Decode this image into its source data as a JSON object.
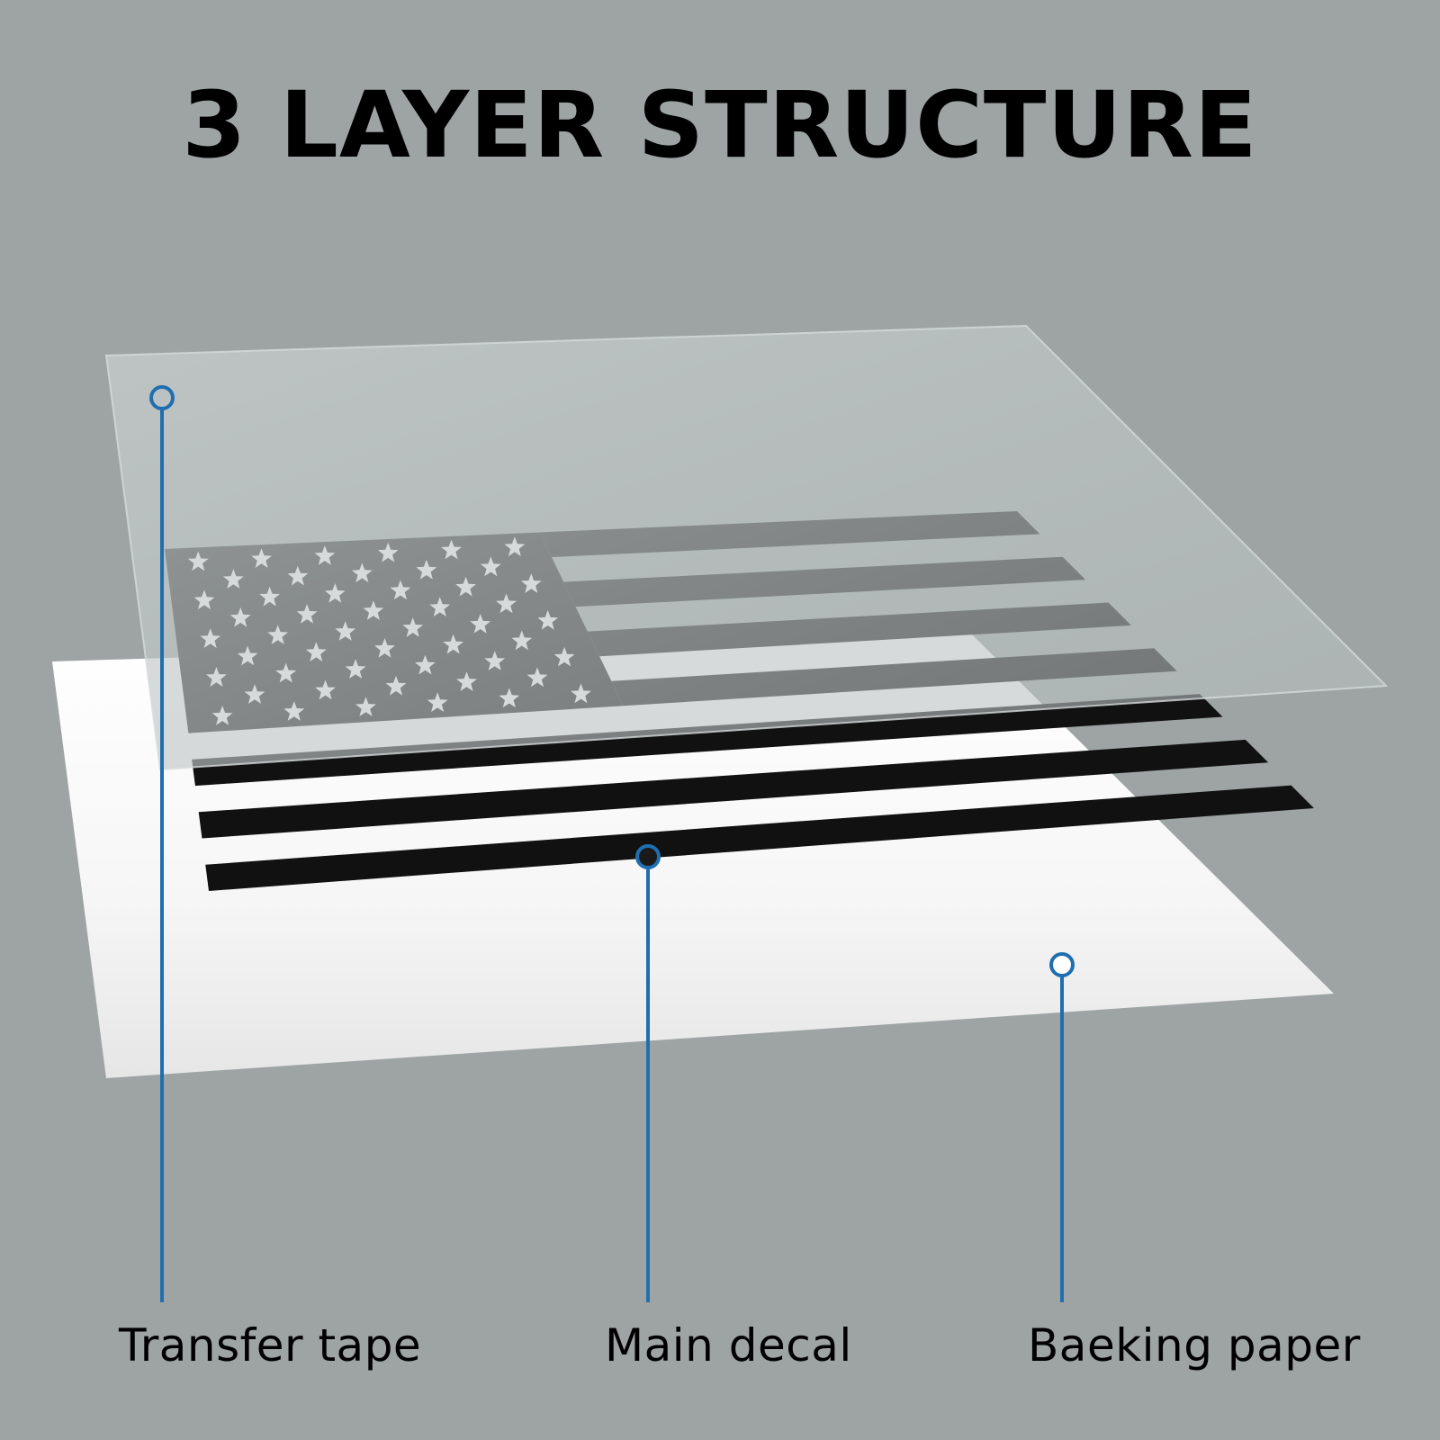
{
  "title": "3 LAYER STRUCTURE",
  "layers": [
    {
      "id": "transfer",
      "label": "Transfer tape"
    },
    {
      "id": "decal",
      "label": "Main decal"
    },
    {
      "id": "backing",
      "label": "Baeking paper"
    }
  ],
  "colors": {
    "background": "#9ea4a4",
    "callout": "#1f6fb0",
    "backing_sheet": "#ffffff",
    "decal_dark": "#000000"
  },
  "flag": {
    "star_count": 50,
    "stripe_count": 13
  }
}
